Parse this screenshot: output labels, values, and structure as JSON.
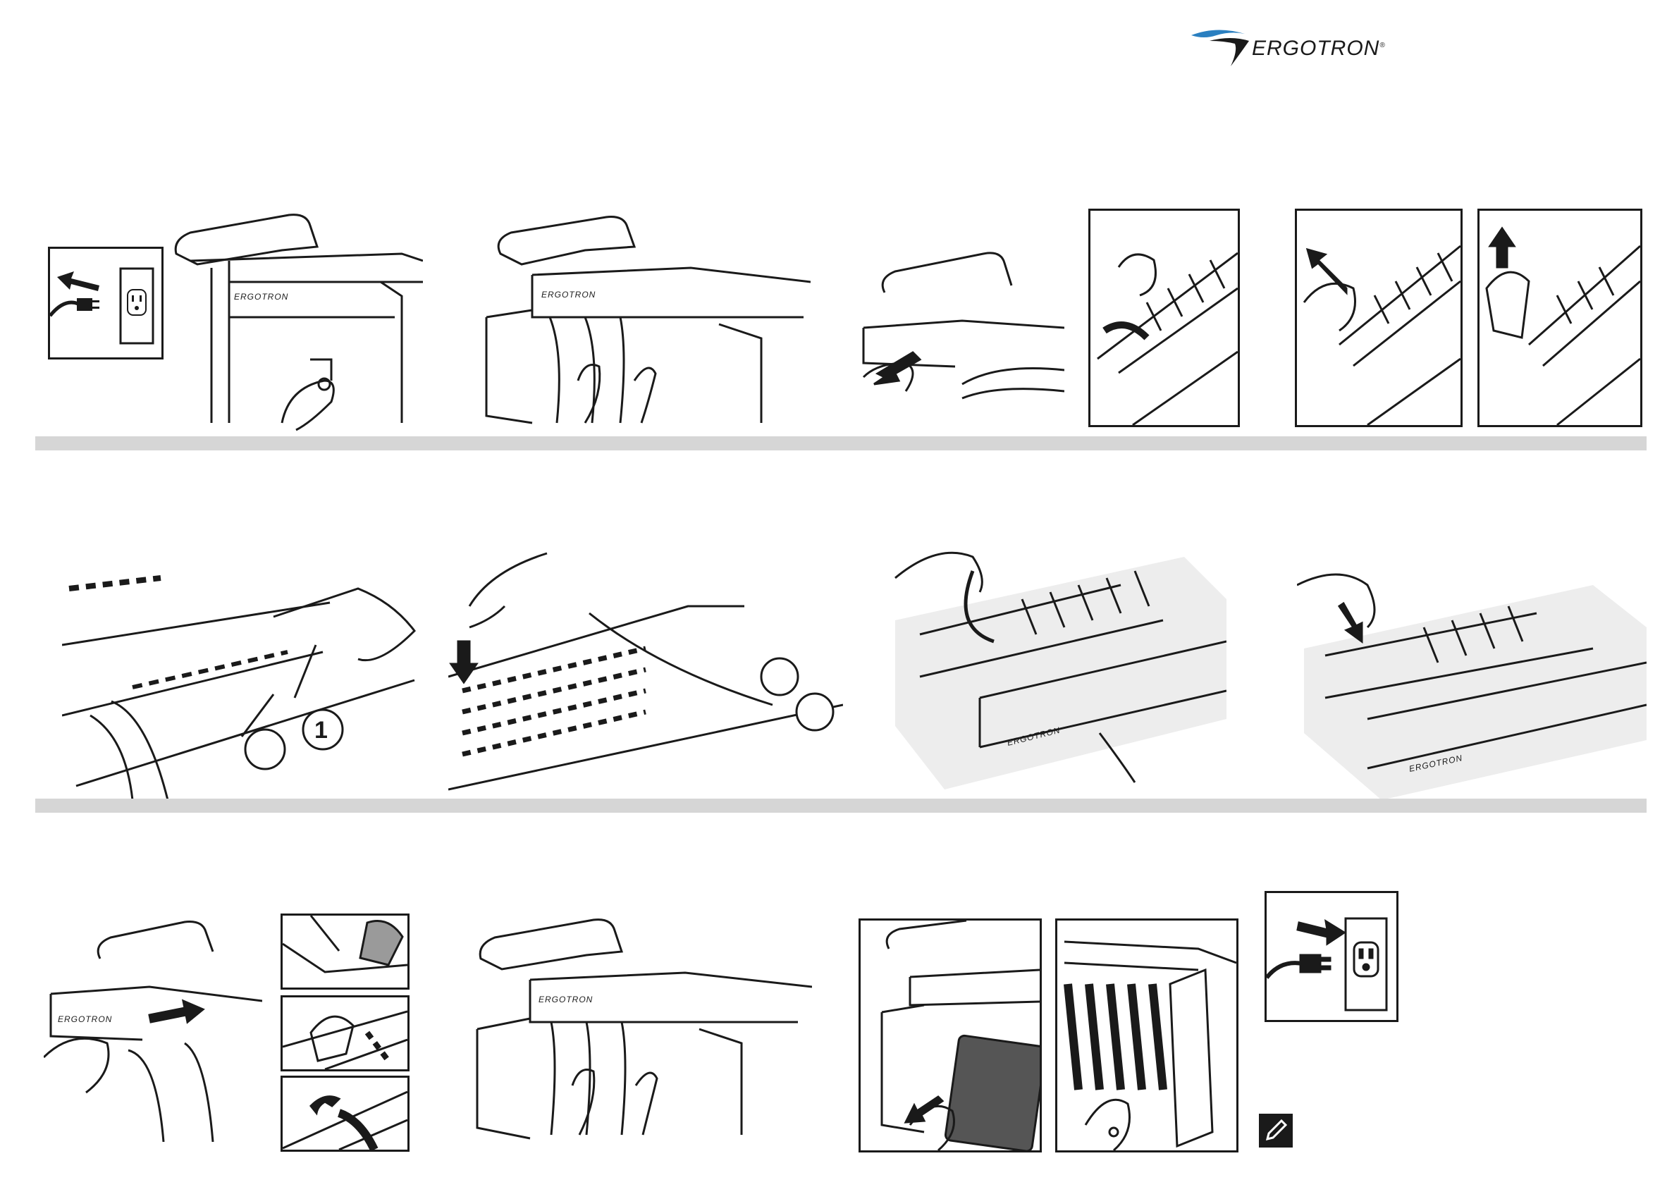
{
  "header": {
    "logo_text": "ERGOTRON",
    "logo_mark": "®"
  },
  "labels": {
    "brand": "ERGOTRON",
    "callout_1": "1"
  },
  "colors": {
    "divider": "#d6d6d6",
    "ink": "#1a1a1a",
    "logo_wave": "#2a7fc0",
    "tablet": "#555555"
  },
  "icons": [
    "unplug-arrow-icon",
    "outlet-icon",
    "plug-icon",
    "key-icon",
    "hand-icon",
    "arrow-icon",
    "note-pencil-icon"
  ]
}
